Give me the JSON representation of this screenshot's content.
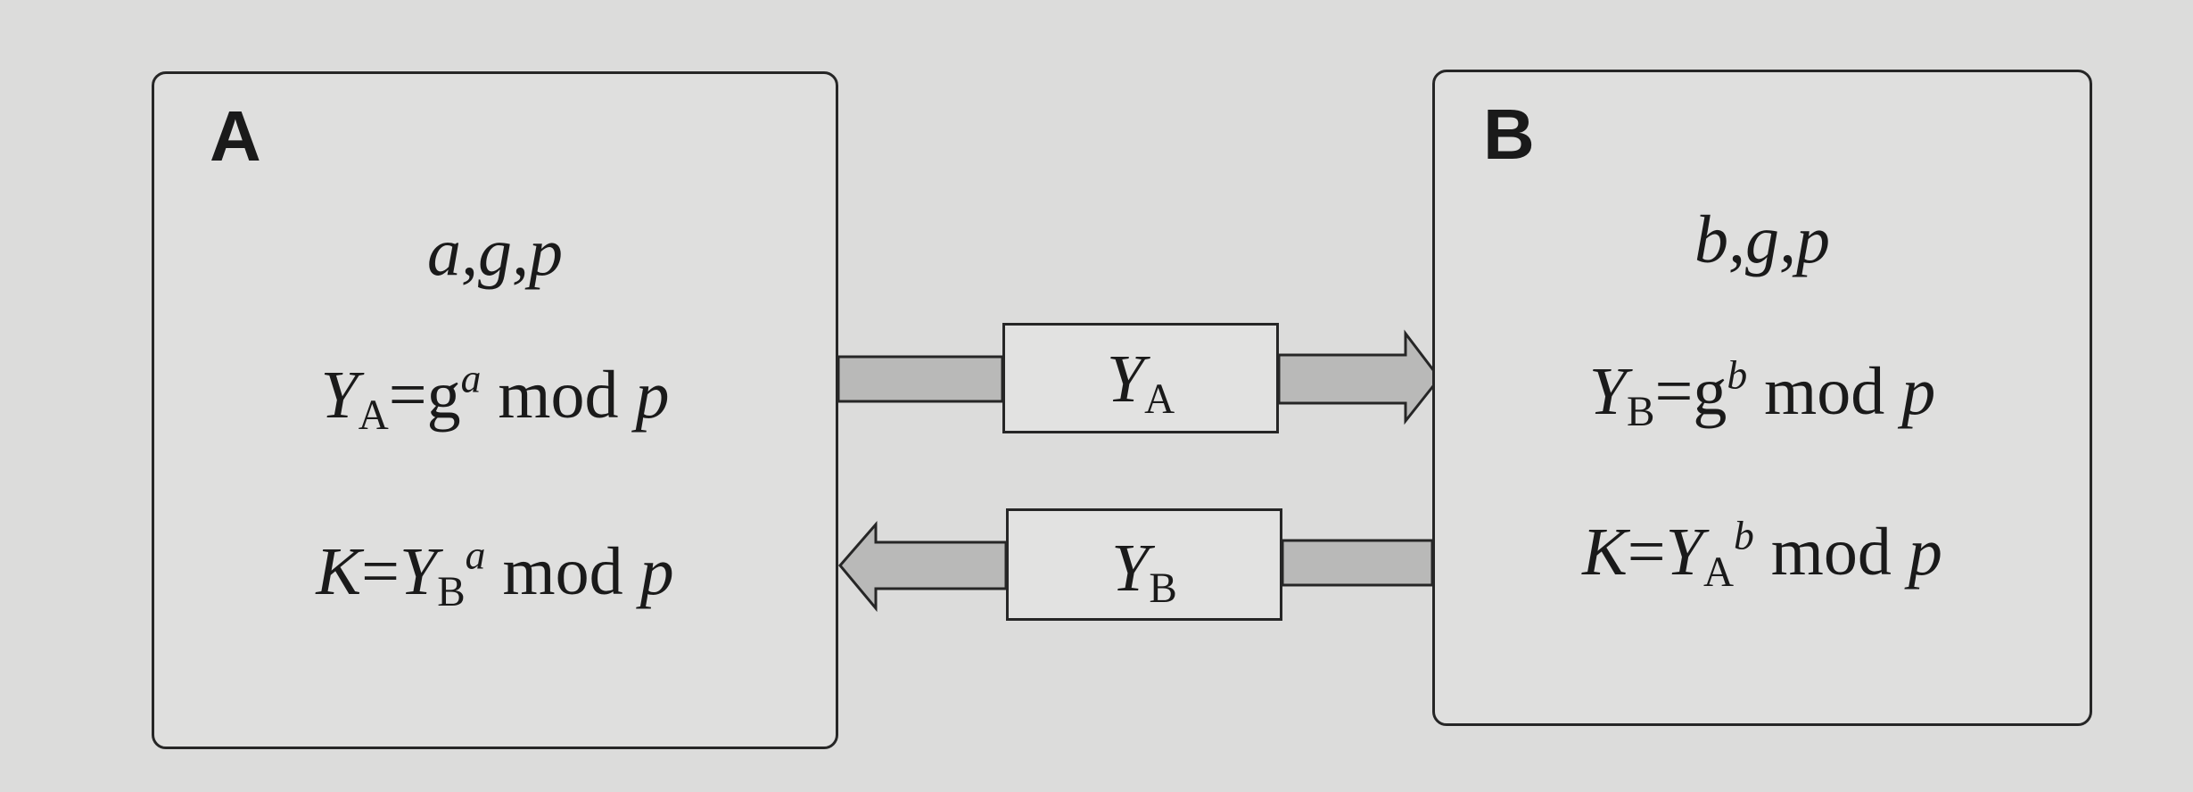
{
  "party_a": {
    "name": "A",
    "params": "a,g,p",
    "public_key": {
      "var": "Y",
      "sub": "A",
      "eq": "=g",
      "exp": "a",
      "rest": " mod ",
      "mod": "p"
    },
    "shared_key": {
      "var": "K",
      "eq": "=Y",
      "sub": "B",
      "exp": "a",
      "rest": " mod ",
      "mod": "p"
    }
  },
  "party_b": {
    "name": "B",
    "params": "b,g,p",
    "public_key": {
      "var": "Y",
      "sub": "B",
      "eq": "=g",
      "exp": "b",
      "rest": " mod ",
      "mod": "p"
    },
    "shared_key": {
      "var": "K",
      "eq": "=Y",
      "sub": "A",
      "exp": "b",
      "rest": " mod ",
      "mod": "p"
    }
  },
  "messages": {
    "a_to_b": {
      "var": "Y",
      "sub": "A"
    },
    "b_to_a": {
      "var": "Y",
      "sub": "B"
    }
  },
  "colors": {
    "arrow_fill": "#b9b9b8",
    "stroke": "#262626",
    "background": "#dcdcdb"
  }
}
